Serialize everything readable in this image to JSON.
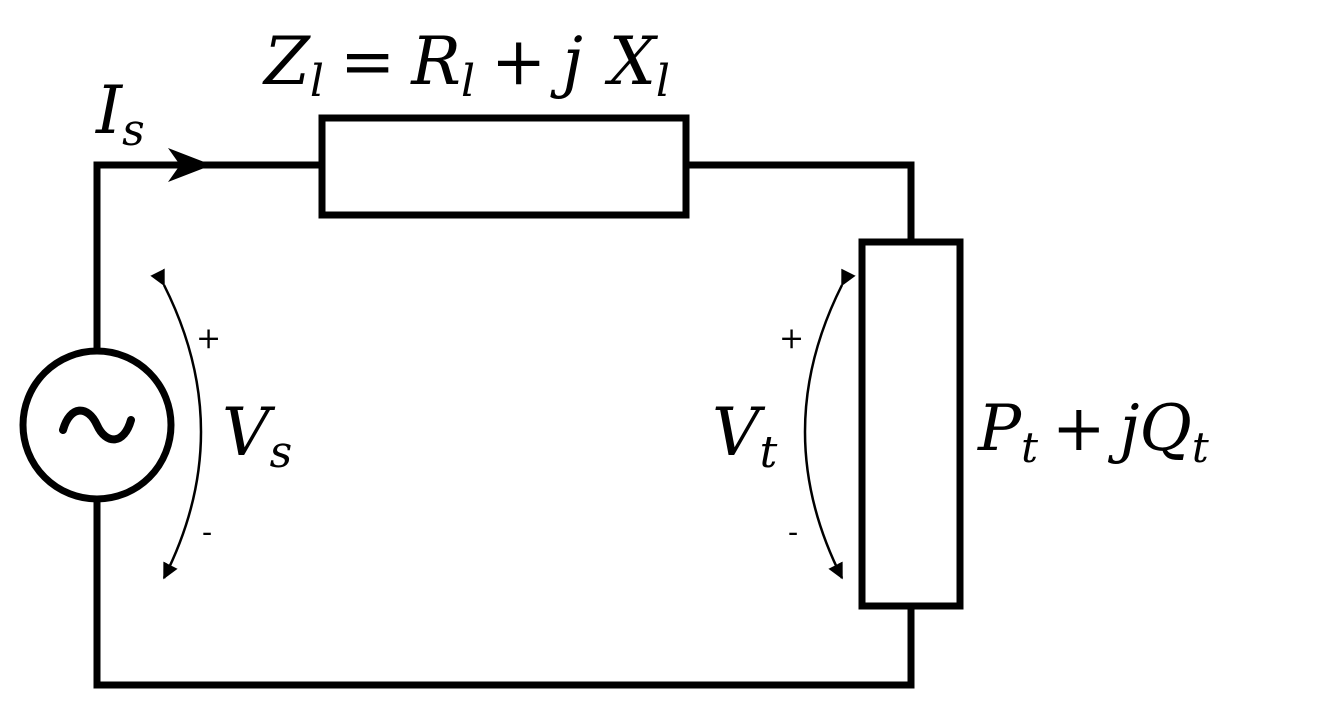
{
  "diagram": {
    "line_impedance": {
      "Z": "Z",
      "Z_sub": "l",
      "equals": "=",
      "R": "R",
      "R_sub": "l",
      "plus": "+",
      "j": "j",
      "X": "X",
      "X_sub": "l"
    },
    "source_current": {
      "I": "I",
      "I_sub": "s"
    },
    "source_voltage": {
      "V": "V",
      "V_sub": "s",
      "plus_sign": "+",
      "minus_sign": "-"
    },
    "terminal_voltage": {
      "V": "V",
      "V_sub": "t",
      "plus_sign": "+",
      "minus_sign": "-"
    },
    "load_power": {
      "P": "P",
      "P_sub": "t",
      "plus": "+",
      "jQ": "jQ",
      "Q_sub": "t"
    },
    "source_symbol": "~"
  }
}
